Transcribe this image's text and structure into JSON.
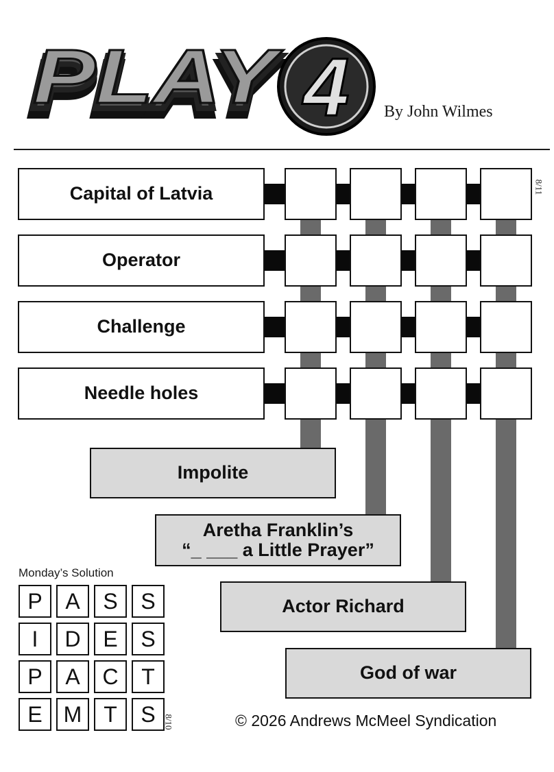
{
  "header": {
    "logo_text": "PLAY",
    "logo_digit": "4",
    "byline": "By John Wilmes",
    "date_code": "8/11"
  },
  "row_clues": [
    "Capital of Latvia",
    "Operator",
    "Challenge",
    "Needle holes"
  ],
  "column_clues": [
    {
      "line1": "Impolite",
      "line2": ""
    },
    {
      "line1": "Aretha Franklin’s",
      "line2": "“_ ___ a Little Prayer”"
    },
    {
      "line1": "Actor Richard",
      "line2": ""
    },
    {
      "line1": "God of war",
      "line2": ""
    }
  ],
  "solution": {
    "title": "Monday’s Solution",
    "date_code": "8/10",
    "grid": [
      [
        "P",
        "A",
        "S",
        "S"
      ],
      [
        "I",
        "D",
        "E",
        "S"
      ],
      [
        "P",
        "A",
        "C",
        "T"
      ],
      [
        "E",
        "M",
        "T",
        "S"
      ]
    ]
  },
  "footer": {
    "copyright": "© 2026 Andrews McMeel Syndication"
  }
}
